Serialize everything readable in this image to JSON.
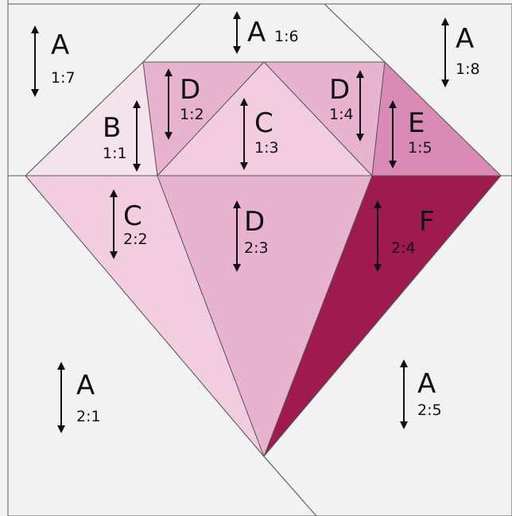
{
  "colors": {
    "background": "#f2f2f2",
    "A": "#f2f2f2",
    "B": "#f4e2ec",
    "C": "#f2cde0",
    "D": "#e8b3cf",
    "E": "#d98ab5",
    "F": "#9e1a4f",
    "line": "#5a5a5a",
    "text": "#111111"
  },
  "pieces": [
    {
      "id": "1:7",
      "letter": "A",
      "code": "1:7",
      "color": "A"
    },
    {
      "id": "1:6",
      "letter": "A",
      "code": "1:6",
      "color": "A"
    },
    {
      "id": "1:8",
      "letter": "A",
      "code": "1:8",
      "color": "A"
    },
    {
      "id": "1:1",
      "letter": "B",
      "code": "1:1",
      "color": "B"
    },
    {
      "id": "1:2",
      "letter": "D",
      "code": "1:2",
      "color": "D"
    },
    {
      "id": "1:3",
      "letter": "C",
      "code": "1:3",
      "color": "C"
    },
    {
      "id": "1:4",
      "letter": "D",
      "code": "1:4",
      "color": "D"
    },
    {
      "id": "1:5",
      "letter": "E",
      "code": "1:5",
      "color": "E"
    },
    {
      "id": "2:1",
      "letter": "A",
      "code": "2:1",
      "color": "A"
    },
    {
      "id": "2:2",
      "letter": "C",
      "code": "2:2",
      "color": "C"
    },
    {
      "id": "2:3",
      "letter": "D",
      "code": "2:3",
      "color": "D"
    },
    {
      "id": "2:4",
      "letter": "F",
      "code": "2:4",
      "color": "F"
    },
    {
      "id": "2:5",
      "letter": "A",
      "code": "2:5",
      "color": "A"
    }
  ]
}
